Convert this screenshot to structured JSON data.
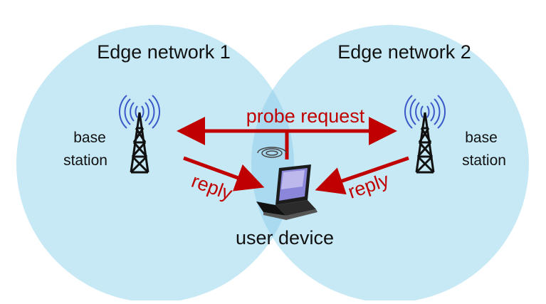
{
  "networks": [
    {
      "label": "Edge network 1",
      "base_station": [
        "base",
        "station"
      ]
    },
    {
      "label": "Edge network 2",
      "base_station": [
        "base",
        "station"
      ]
    }
  ],
  "arrows": {
    "probe": "probe request",
    "reply_left": "reply",
    "reply_right": "reply"
  },
  "device": {
    "label": "user device"
  },
  "colors": {
    "circle_fill": "#c7e9f5",
    "overlap_fill": "#a9daf0",
    "arrow": "#c00000",
    "tower": "#111111",
    "wave": "#3a58c8"
  },
  "icons": [
    "cell-tower-icon",
    "radio-waves-icon",
    "laptop-icon",
    "wifi-icon"
  ]
}
